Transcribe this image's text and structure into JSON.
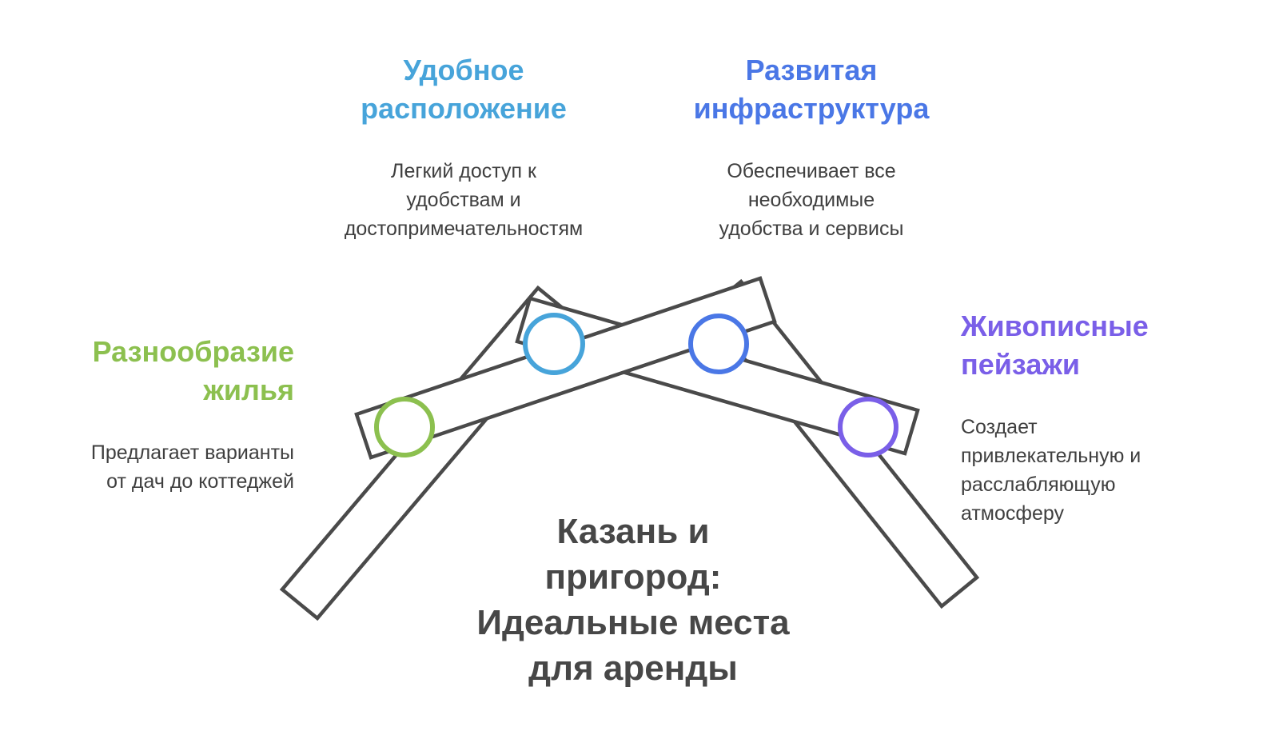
{
  "title": {
    "text": "Казань и\nпригород:\nИдеальные места\nдля аренды",
    "color": "#474747"
  },
  "features": [
    {
      "name": "convenient-location",
      "heading": "Удобное\nрасположение",
      "description": "Легкий доступ к\nудобствам и\nдостопримечательностям",
      "color": "#47A4DA"
    },
    {
      "name": "developed-infrastructure",
      "heading": "Развитая\nинфраструктура",
      "description": "Обеспечивает все\nнеобходимые\nудобства и сервисы",
      "color": "#4A77E6"
    },
    {
      "name": "housing-variety",
      "heading": "Разнообразие\nжилья",
      "description": "Предлагает варианты\nот дач до коттеджей",
      "color": "#8CC04F"
    },
    {
      "name": "scenic-landscapes",
      "heading": "Живописные\nпейзажи",
      "description": "Создает\nпривлекательную и\nрасслабляющую\nатмосферу",
      "color": "#7A5FE8"
    }
  ],
  "diagram": {
    "beam_stroke": "#4A4A4A",
    "beam_fill": "#FFFFFF",
    "node_fill": "#FFFFFF",
    "background": "#FFFFFF",
    "body_text_color": "#3F3F3F"
  }
}
